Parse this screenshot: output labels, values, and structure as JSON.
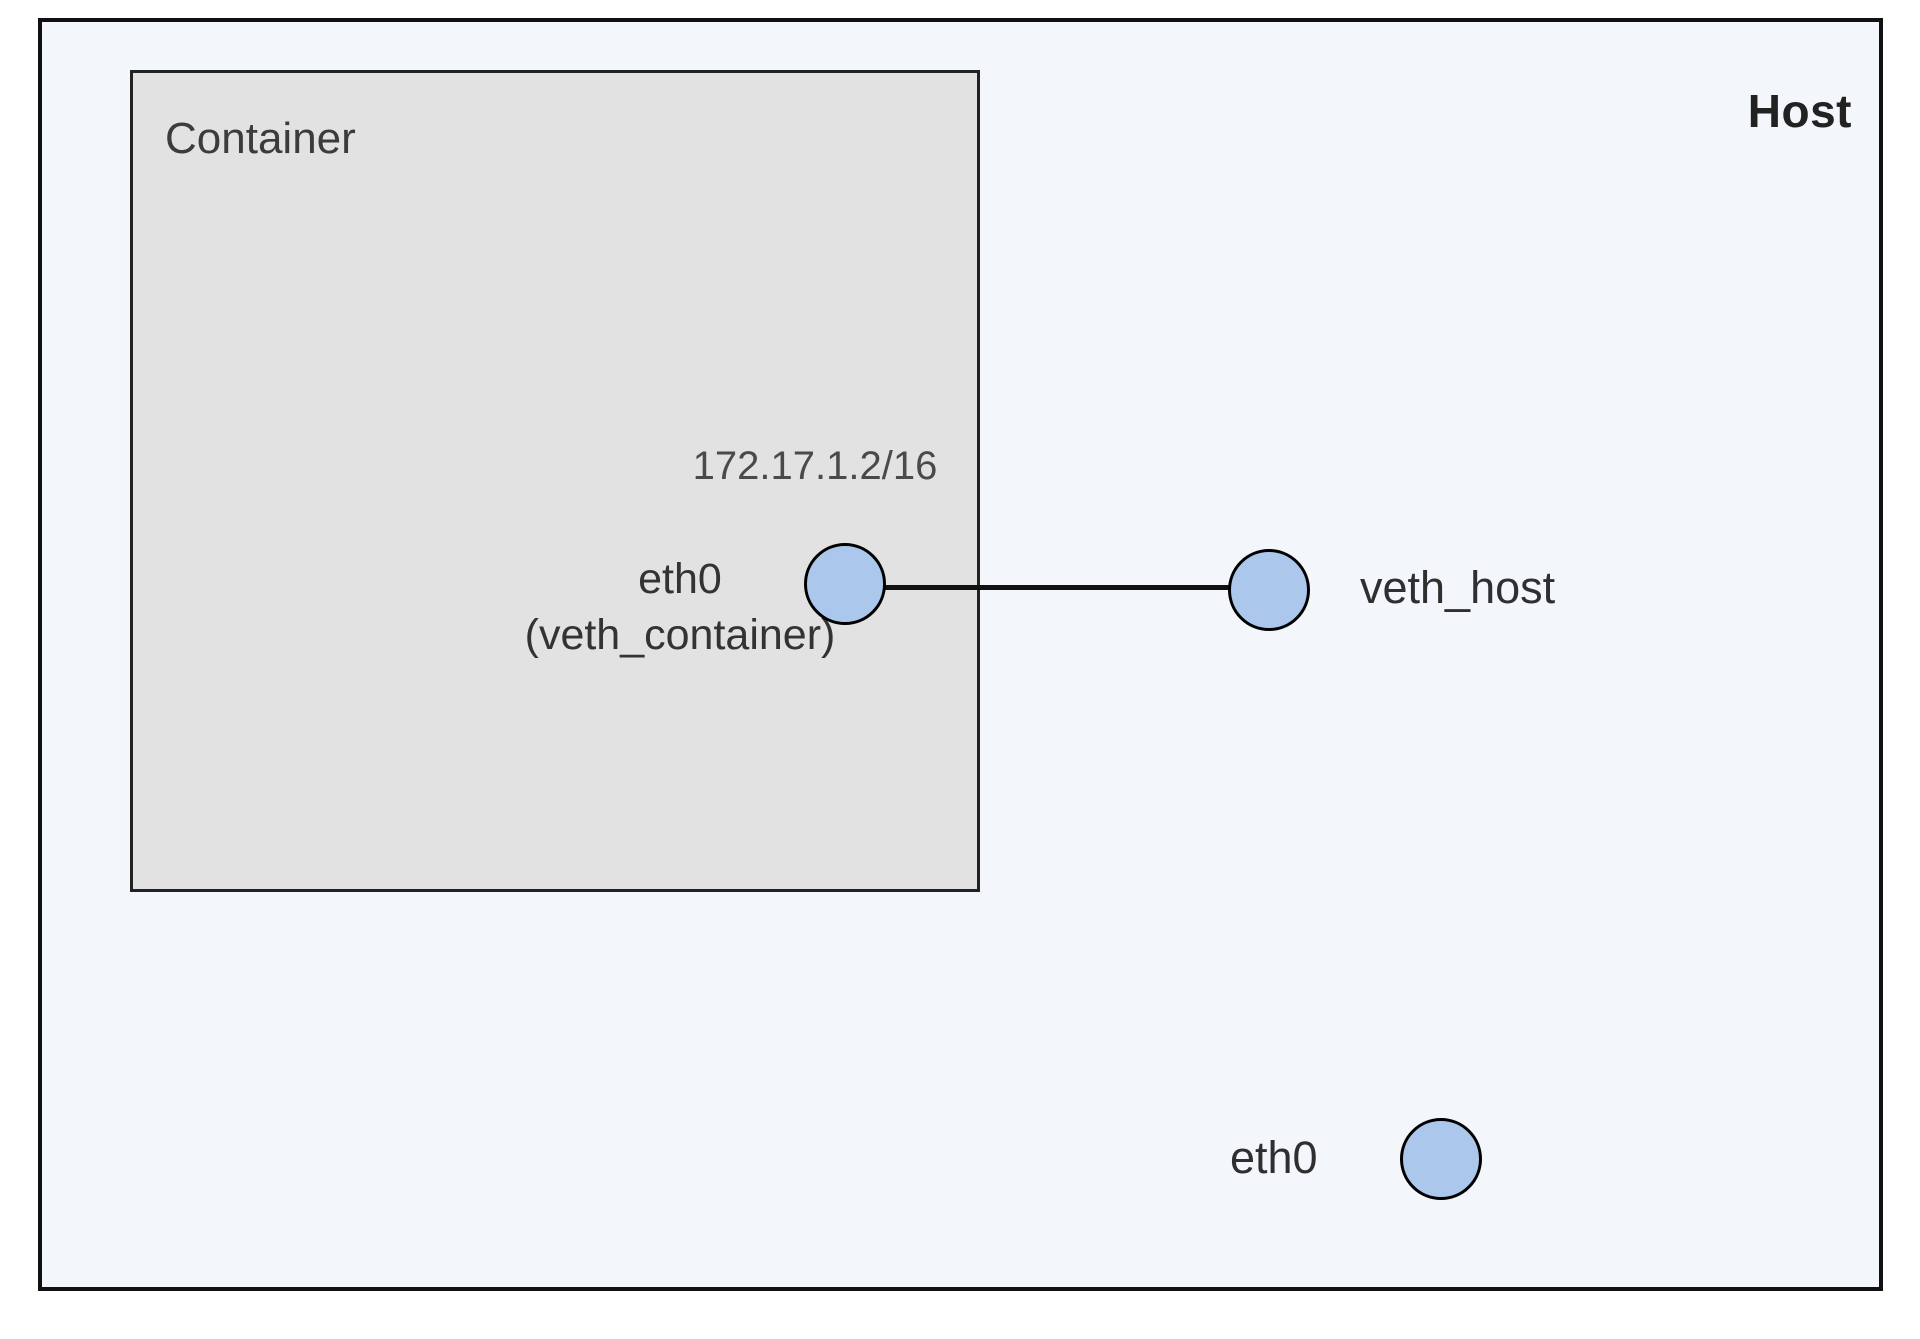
{
  "host": {
    "label": "Host"
  },
  "container": {
    "label": "Container"
  },
  "nodes": {
    "veth_container": {
      "ip": "172.17.1.2/16",
      "label_line1": "eth0",
      "label_line2": "(veth_container)"
    },
    "veth_host": {
      "label": "veth_host"
    },
    "host_eth0": {
      "label": "eth0"
    }
  },
  "colors": {
    "host-bg": "#f3f7fc",
    "container-bg": "#e2e2e2",
    "node-fill": "#abc7ec",
    "node-border": "#000000",
    "box-border": "#111111",
    "text": "#3c3c3c"
  }
}
